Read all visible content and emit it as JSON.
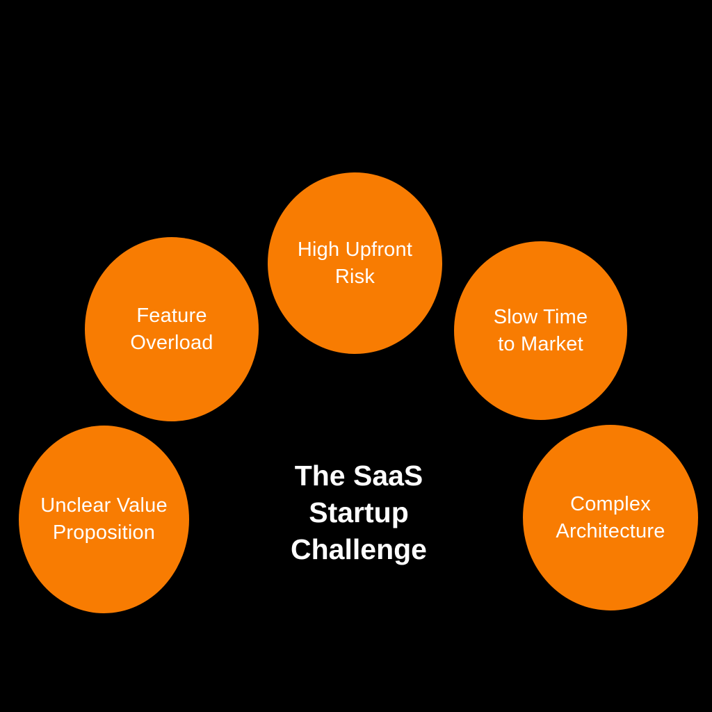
{
  "title": {
    "text": "The SaaS Startup Challenge",
    "lines": [
      "The SaaS",
      "Startup",
      "Challenge"
    ]
  },
  "colors": {
    "background": "#000000",
    "circle_fill": "#F87C02",
    "text": "#FFFFFF"
  },
  "nodes": [
    {
      "id": "feature-overload",
      "label": "Feature Overload",
      "lines": [
        "Feature",
        "Overload"
      ]
    },
    {
      "id": "high-upfront-risk",
      "label": "High Upfront Risk",
      "lines": [
        "High Upfront",
        "Risk"
      ]
    },
    {
      "id": "slow-time-to-market",
      "label": "Slow Time to Market",
      "lines": [
        "Slow Time",
        "to Market"
      ]
    },
    {
      "id": "unclear-value-proposition",
      "label": "Unclear Value Proposition",
      "lines": [
        "Unclear Value",
        "Proposition"
      ]
    },
    {
      "id": "complex-architecture",
      "label": "Complex Architecture",
      "lines": [
        "Complex",
        "Architecture"
      ]
    }
  ]
}
